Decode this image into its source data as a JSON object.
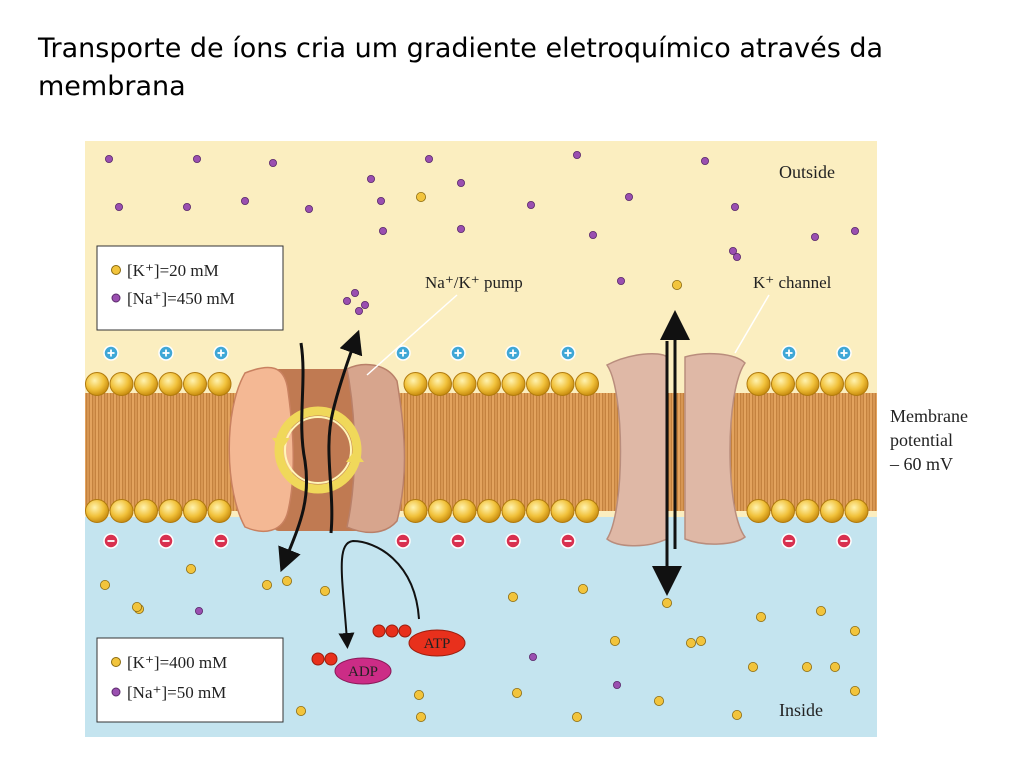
{
  "slide": {
    "title": "Transporte de íons cria um gradiente eletroquímico através da membrana"
  },
  "diagram": {
    "outside_label": "Outside",
    "inside_label": "Inside",
    "pump_label": "Na⁺/K⁺ pump",
    "channel_label": "K⁺ channel",
    "membrane_potential": [
      "Membrane",
      "potential",
      "– 60 mV"
    ],
    "outside_conc": [
      "[K⁺]=20 mM",
      "[Na⁺]=450 mM"
    ],
    "inside_conc": [
      "[K⁺]=400 mM",
      "[Na⁺]=50 mM"
    ],
    "atp_label": "ATP",
    "adp_label": "ADP",
    "colors": {
      "outside_bg": "#fbeec0",
      "inside_bg": "#c4e4ef",
      "sodium": "#9a4fb0",
      "potassium": "#f2c43c",
      "positive_charge": "#3fa7d6",
      "negative_charge": "#d8304f",
      "atp": "#e8301c",
      "adp": "#cc2c86"
    }
  }
}
